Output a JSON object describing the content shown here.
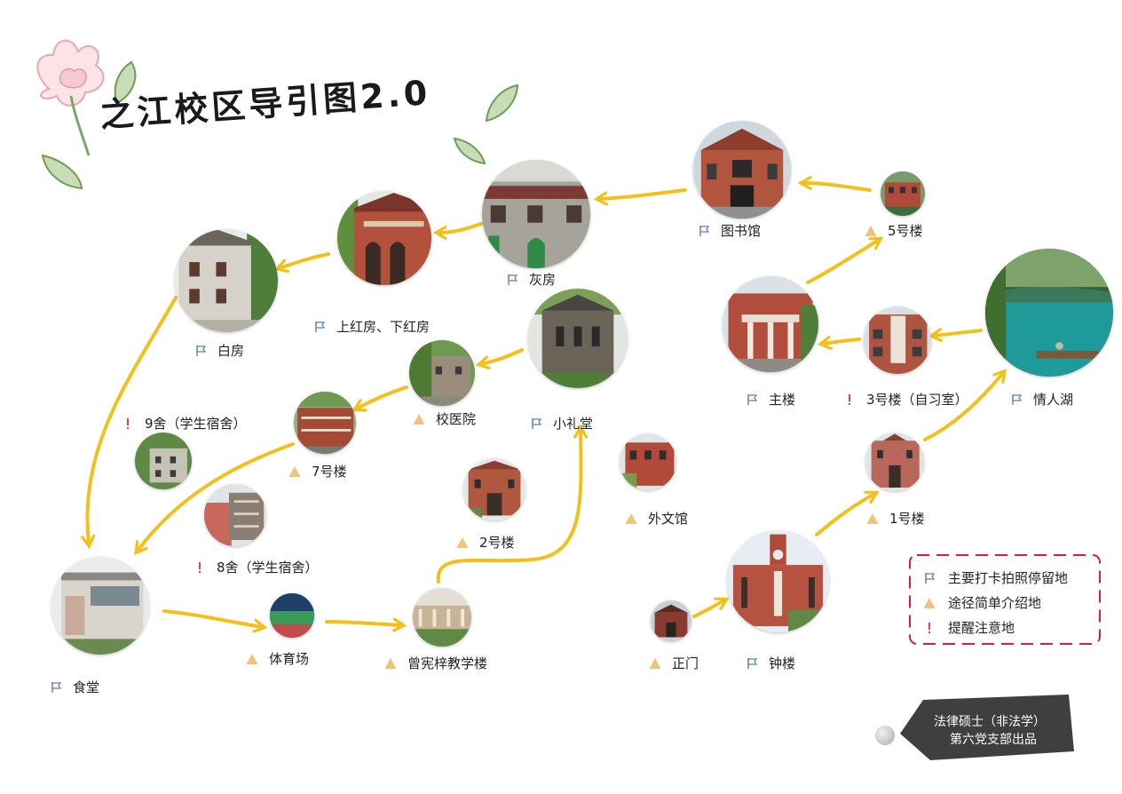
{
  "title": "之江校区导引图2.0",
  "colors": {
    "arrow": "#f3c01a",
    "flag": "#5b7fb8",
    "triangle": "#f2c27a",
    "exclaim": "#e0404a",
    "legend_border": "#d8202e",
    "credit_bg": "#3f3f3f"
  },
  "places": {
    "tushuguan": "图书馆",
    "wuhaolou": "5号楼",
    "huifang": "灰房",
    "hongfang": "上红房、下红房",
    "baifang": "白房",
    "zhulou": "主楼",
    "sanhaolou": "3号楼（自习室）",
    "qingrenhu": "情人湖",
    "xiaoyiyuan": "校医院",
    "xiaolitang": "小礼堂",
    "jiushe": "9舍（学生宿舍）",
    "qihaolou": "7号楼",
    "bashe": "8舍（学生宿舍）",
    "erhaolou": "2号楼",
    "waiwenguan": "外文馆",
    "yihaolou": "1号楼",
    "shitang": "食堂",
    "tiyuchang": "体育场",
    "zengxianzi": "曾宪梓教学楼",
    "zhengmen": "正门",
    "zhonglou": "钟楼"
  },
  "legend": {
    "flag_label": "主要打卡拍照停留地",
    "triangle_label": "途径简单介绍地",
    "exclaim_label": "提醒注意地"
  },
  "credit": {
    "line1": "法律硕士（非法学）",
    "line2": "第六党支部出品"
  }
}
